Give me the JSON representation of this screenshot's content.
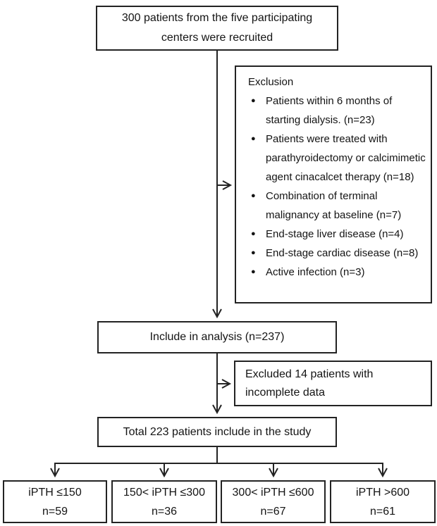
{
  "icons": {
    "bullet": "●"
  },
  "colors": {
    "line": "#232323",
    "background": "#ffffff",
    "text": "#141414"
  },
  "boxes": {
    "recruited": "300 patients from the five participating centers were recruited",
    "exclusion": {
      "title": "Exclusion",
      "items": [
        "Patients within 6 months of starting dialysis. (n=23)",
        "Patients were treated with parathyroidectomy or calcimimetic agent cinacalcet therapy (n=18)",
        "Combination of terminal malignancy at baseline (n=7)",
        "End-stage liver disease (n=4)",
        "End-stage cardiac disease (n=8)",
        "Active infection (n=3)"
      ]
    },
    "analysis": "Include in analysis (n=237)",
    "excluded_incomplete": "Excluded 14 patients with incomplete data",
    "total": "Total 223 patients include in the study",
    "groups": [
      {
        "label": "iPTH ≤150",
        "n": "n=59"
      },
      {
        "label": "150< iPTH ≤300",
        "n": "n=36"
      },
      {
        "label": "300< iPTH ≤600",
        "n": "n=67"
      },
      {
        "label": "iPTH >600",
        "n": "n=61"
      }
    ]
  }
}
